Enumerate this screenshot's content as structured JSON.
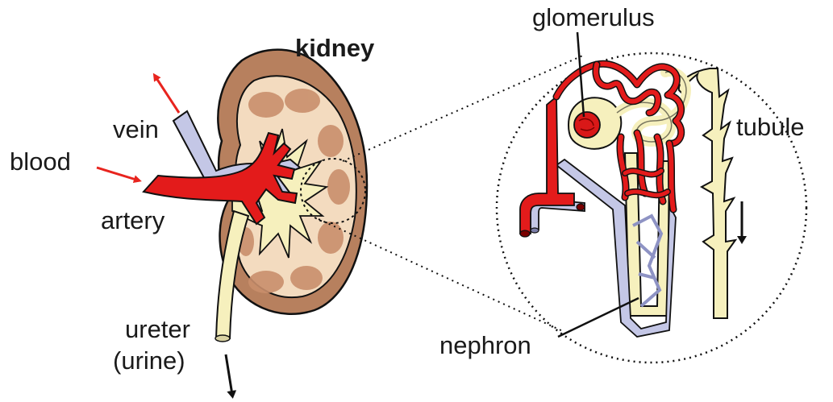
{
  "labels": {
    "kidney": "kidney",
    "vein": "vein",
    "blood": "blood",
    "artery": "artery",
    "ureter": "ureter",
    "urine": "(urine)",
    "glomerulus": "glomerulus",
    "tubule": "tubule",
    "nephron": "nephron"
  },
  "colors": {
    "kidney_outer": "#b7805e",
    "kidney_cortex": "#f3dbbf",
    "kidney_pyramid": "#c98f6c",
    "pelvis_yellow": "#f6f0bd",
    "artery_red": "#e31b1b",
    "vein_blue": "#c4c7e6",
    "arrow_red": "#e8241e",
    "outline": "#111111"
  }
}
